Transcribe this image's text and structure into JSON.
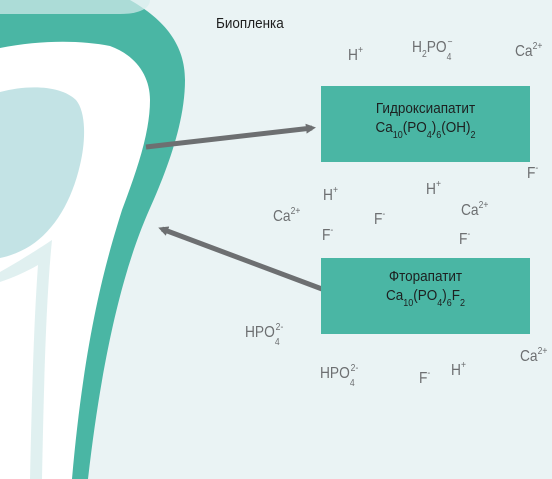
{
  "title": "Биопленка",
  "box_hydroxyapatite": {
    "name": "Гидроксиапатит",
    "formula": {
      "a": "Ca",
      "a_sub": "10",
      "b": "(PO",
      "b_sub": "4",
      "c": ")",
      "c_sub": "6",
      "d": "(OH)",
      "d_sub": "2"
    }
  },
  "box_fluorapatite": {
    "name": "Фторапатит",
    "formula": {
      "a": "Ca",
      "a_sub": "10",
      "b": "(PO",
      "b_sub": "4",
      "c": ")",
      "c_sub": "6",
      "d": "F",
      "d_sub": "2"
    }
  },
  "ions": {
    "h_plus": "H",
    "plus": "+",
    "h2po4_h": "H",
    "h2po4_sub2": "2",
    "h2po4_po": "PO",
    "h2po4_sub4": "4",
    "h2po4_charge": "−",
    "ca": "Ca",
    "ca_charge": "2+",
    "f": "F",
    "f_charge": "-",
    "hpo": "HPO",
    "hpo_sub": "4",
    "hpo_charge": "2-"
  },
  "colors": {
    "background": "#eaf3f4",
    "box_fill": "#4ab6a4",
    "enamel": "#4ab6a4",
    "tooth_white": "#ffffff",
    "dentin_light": "#c3e3e5",
    "arrow": "#6d6f71",
    "ion_text": "#6d6f71"
  }
}
